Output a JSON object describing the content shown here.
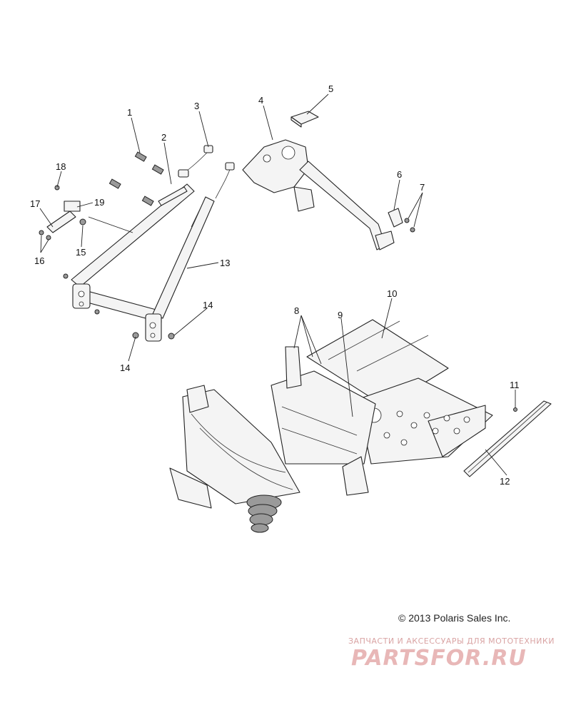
{
  "callouts": [
    {
      "id": "1",
      "text": "1"
    },
    {
      "id": "2",
      "text": "2"
    },
    {
      "id": "3",
      "text": "3"
    },
    {
      "id": "4",
      "text": "4"
    },
    {
      "id": "5",
      "text": "5"
    },
    {
      "id": "6",
      "text": "6"
    },
    {
      "id": "7",
      "text": "7"
    },
    {
      "id": "8",
      "text": "8"
    },
    {
      "id": "9",
      "text": "9"
    },
    {
      "id": "10",
      "text": "10"
    },
    {
      "id": "11",
      "text": "11"
    },
    {
      "id": "12",
      "text": "12"
    },
    {
      "id": "13",
      "text": "13"
    },
    {
      "id": "14a",
      "text": "14"
    },
    {
      "id": "14b",
      "text": "14"
    },
    {
      "id": "15",
      "text": "15"
    },
    {
      "id": "16",
      "text": "16"
    },
    {
      "id": "17",
      "text": "17"
    },
    {
      "id": "18",
      "text": "18"
    },
    {
      "id": "19",
      "text": "19"
    }
  ],
  "copyright": "© 2013 Polaris Sales Inc.",
  "watermark": {
    "tagline": "ЗАПЧАСТИ И АКСЕССУАРЫ ДЛЯ МОТОТЕХНИКИ",
    "logo": "PARTSFOR.RU"
  },
  "colors": {
    "line": "#222222",
    "watermark": "#e8b7b7"
  }
}
